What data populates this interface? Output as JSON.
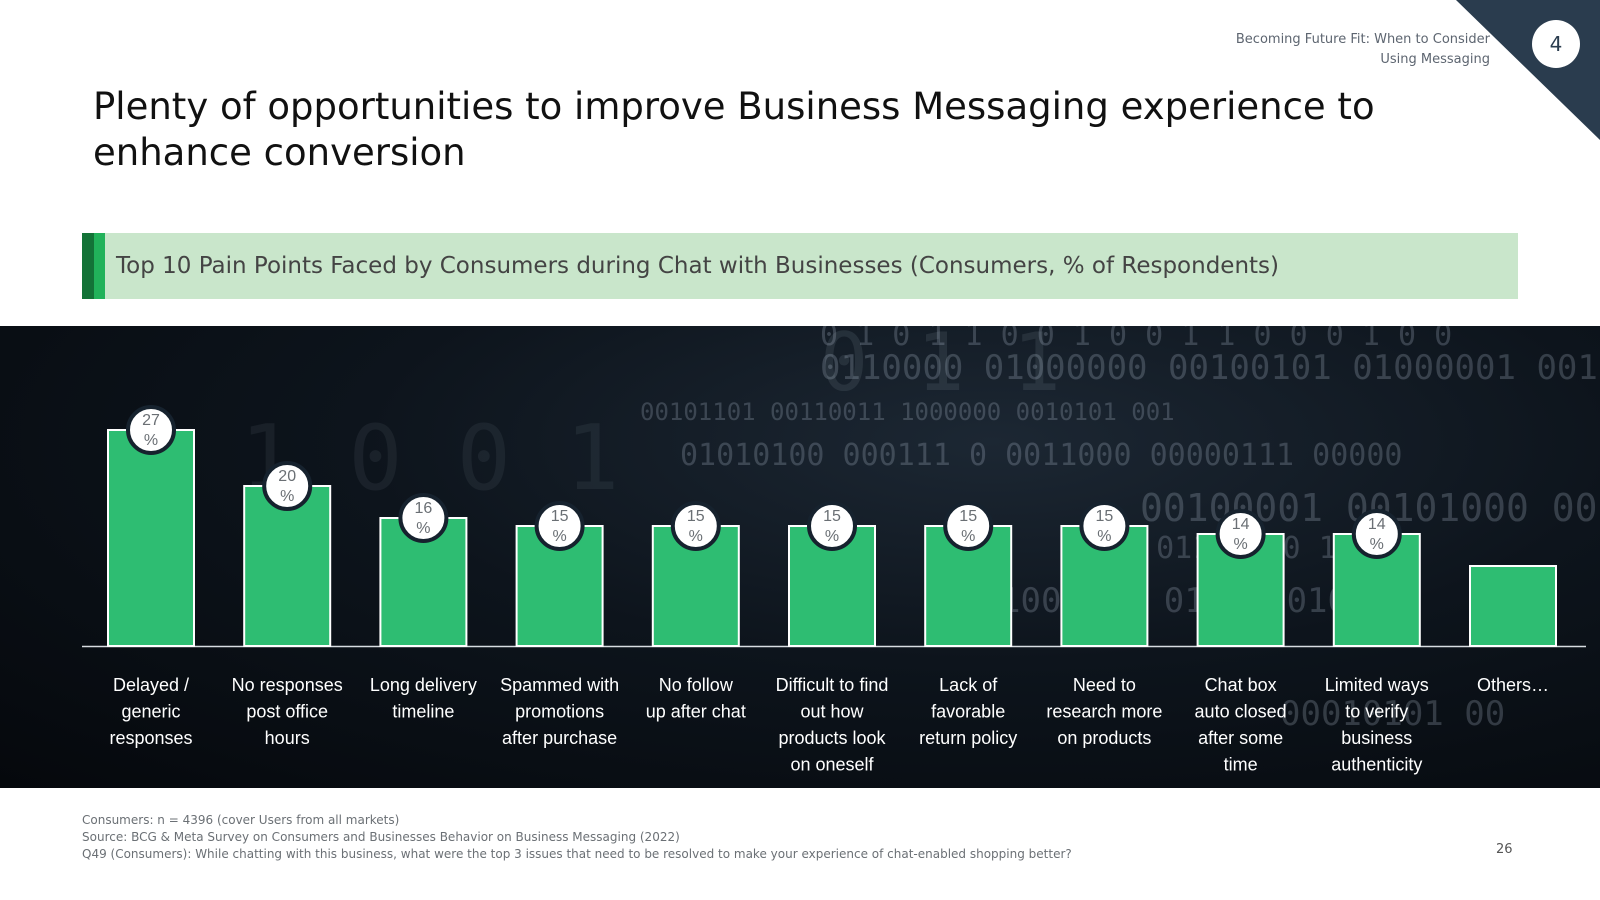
{
  "header": {
    "section_title_line1": "Becoming Future Fit: When to Consider",
    "section_title_line2": "Using Messaging",
    "section_number": "4"
  },
  "slide_title": "Plenty of opportunities to improve Business Messaging experience to enhance conversion",
  "colors": {
    "bar": "#2ebd72",
    "banner_bg": "#c9e6cb",
    "banner_accent_dark": "#137337",
    "banner_accent": "#21b25a",
    "corner": "#2a3c4e",
    "panel_bg": "#0a1118"
  },
  "chart_data": {
    "type": "bar",
    "title": "Top 10 Pain Points Faced by Consumers during Chat with Businesses (Consumers, % of Respondents)",
    "categories": [
      [
        "Delayed /",
        "generic",
        "responses"
      ],
      [
        "No responses",
        "post office",
        "hours"
      ],
      [
        "Long delivery",
        "timeline"
      ],
      [
        "Spammed with",
        "promotions",
        "after purchase"
      ],
      [
        "No follow",
        "up after chat"
      ],
      [
        "Difficult to find",
        "out how",
        "products look",
        "on oneself"
      ],
      [
        "Lack of",
        "favorable",
        "return policy"
      ],
      [
        "Need to",
        "research more",
        "on products"
      ],
      [
        "Chat box",
        "auto closed",
        "after some",
        "time"
      ],
      [
        "Limited ways",
        "to verify",
        "business",
        "authenticity"
      ],
      [
        "Others…"
      ]
    ],
    "values": [
      27,
      20,
      16,
      15,
      15,
      15,
      15,
      15,
      14,
      14,
      10
    ],
    "value_labels": [
      "27\n%",
      "20\n%",
      "16\n%",
      "15\n%",
      "15\n%",
      "15\n%",
      "15\n%",
      "15\n%",
      "14\n%",
      "14\n%",
      ""
    ],
    "unit": "%",
    "xlabel": "",
    "ylabel": "",
    "ylim": [
      0,
      30
    ],
    "grid": false,
    "legend": "none"
  },
  "footnotes": [
    "Consumers: n = 4396 (cover Users from all markets)",
    "Source: BCG & Meta Survey on Consumers and Businesses Behavior on Business Messaging (2022)",
    "Q49 (Consumers): While chatting with this business, what were the top 3 issues that need to be resolved to make your experience of chat-enabled shopping better?"
  ],
  "page_number": "26"
}
